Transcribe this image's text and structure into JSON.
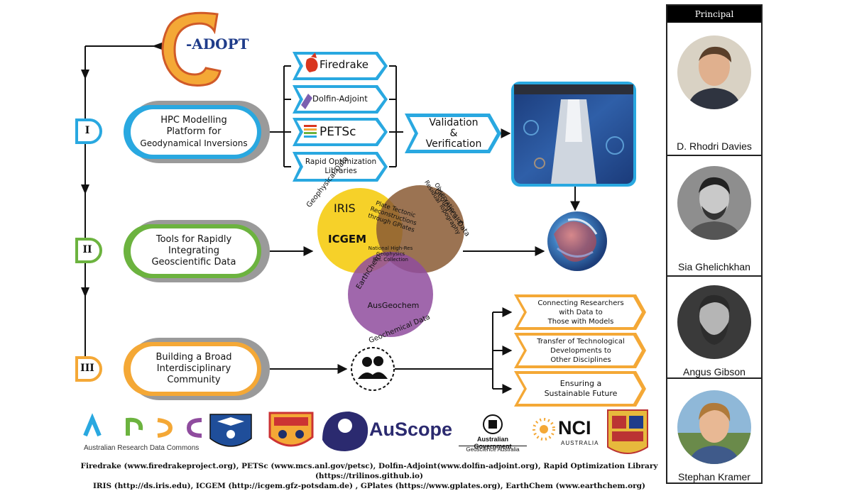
{
  "logo_gadopt": "-ADOPT",
  "roman": {
    "one": "I",
    "two": "II",
    "three": "III"
  },
  "pillar1": {
    "line1": "HPC Modelling",
    "line2": "Platform for",
    "line3": "Geodynamical Inversions"
  },
  "pillar2": {
    "line1": "Tools for Rapidly",
    "line2": "Integrating",
    "line3": "Geoscientific Data"
  },
  "pillar3": {
    "line1": "Building a Broad",
    "line2": "Interdisciplinary",
    "line3": "Community"
  },
  "tools": {
    "firedrake": "Firedrake",
    "dolfin": "Dolfin-Adjoint",
    "petsc": "PETSc",
    "rol_line1": "Rapid Optimization",
    "rol_line2": "Libraries"
  },
  "validation": {
    "line1": "Validation",
    "line2": "&",
    "line3": "Verification"
  },
  "venn": {
    "geophysical_label": "Geophysical Data",
    "geological_label": "Geological Data",
    "geochemical_label": "Geochemical Data",
    "iris": "IRIS",
    "icgem": "ICGEM",
    "plate_line1": "Plate Tectonic",
    "plate_line2": "Reconstructions",
    "plate_line3": "through GPlates",
    "obs_line1": "Observations of",
    "obs_line2": "Residual Topography",
    "natl_line1": "National High-Res",
    "natl_line2": "Geophysics",
    "natl_line3": "Ref. Collection",
    "earthchem": "EarthChem",
    "ausgeochem": "AusGeochem"
  },
  "outcomes": {
    "o1_line1": "Connecting Researchers",
    "o1_line2": "with Data to",
    "o1_line3": "Those with Models",
    "o2_line1": "Transfer of Technological",
    "o2_line2": "Developments to",
    "o2_line3": "Other Disciplines",
    "o3_line1": "Ensuring a",
    "o3_line2": "Sustainable Future"
  },
  "principal_investigators": {
    "header": "Principal Investigators",
    "p1": "D. Rhodri Davies",
    "p2": "Sia Ghelichkhan",
    "p3": "Angus Gibson",
    "p4": "Stephan Kramer"
  },
  "logos": {
    "ardc_caption": "Australian Research Data Commons",
    "auscope": "AuScope",
    "gov_line1": "Australian Government",
    "gov_line2": "Geoscience Australia",
    "nci": "NCI",
    "nci_sub": "AUSTRALIA"
  },
  "references": {
    "line1": "Firedrake (www.firedrakeproject.org), PETSc (www.mcs.anl.gov/petsc), Dolfin-Adjoint(www.dolfin-adjoint.org), Rapid Optimization Library (https://trilinos.github.io)",
    "line2": "IRIS (http://ds.iris.edu), ICGEM (http://icgem.gfz-potsdam.de) , GPlates (https://www.gplates.org), EarthChem (www.earthchem.org)"
  },
  "colors": {
    "blue": "#29a8e0",
    "green": "#6cb33f",
    "orange": "#f4a836",
    "grey": "#9a9a9a",
    "yellow": "#f5cf1e",
    "brown": "#8a5a34",
    "purple": "#8f4c9e",
    "gold": "#e7b93c"
  }
}
